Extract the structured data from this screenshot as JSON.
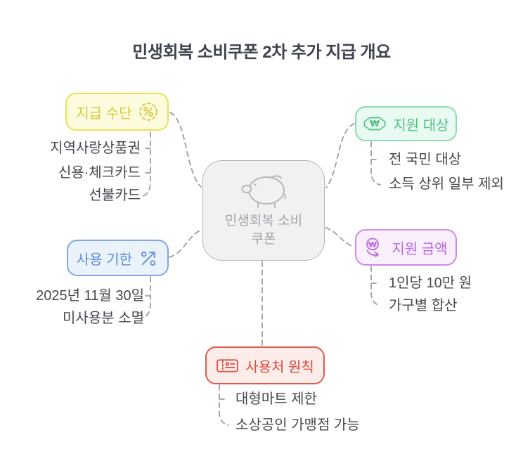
{
  "title": "민생회복 소비쿠폰 2차 추가 지급 개요",
  "center": {
    "icon": "piggy-bank-icon",
    "line1": "민생회복 소비",
    "line2": "쿠폰"
  },
  "branches": {
    "payment": {
      "label": "지급 수단",
      "icon": "percent-circle-icon",
      "accent_color": "#d5c93f",
      "border_color": "#e9e254",
      "bg_color": "#fdfbdd",
      "items": [
        "지역사랑상품권",
        "신용·체크카드",
        "선불카드"
      ]
    },
    "target": {
      "label": "지원 대상",
      "icon": "won-badge-icon",
      "accent_color": "#50c184",
      "border_color": "#8fdcae",
      "bg_color": "#e8faf1",
      "items": [
        "전 국민 대상",
        "소득 상위 일부 제외"
      ]
    },
    "period": {
      "label": "사용 기한",
      "icon": "percent-trend-icon",
      "accent_color": "#5d8dd6",
      "border_color": "#7ea9e0",
      "bg_color": "#eaf2fc",
      "items": [
        "2025년 11월 30일",
        "미사용분 소멸"
      ]
    },
    "amount": {
      "label": "지원 금액",
      "icon": "won-circle-arrow-icon",
      "accent_color": "#ba6ae2",
      "border_color": "#cf89e9",
      "bg_color": "#f9effd",
      "items": [
        "1인당 10만 원",
        "가구별 합산"
      ]
    },
    "usage": {
      "label": "사용처 원칙",
      "icon": "coupon-icon",
      "accent_color": "#e24a3d",
      "border_color": "#e25a4d",
      "bg_color": "#fdedea",
      "items": [
        "대형마트 제한",
        "소상공인 가맹점 가능"
      ]
    }
  },
  "connector_color": "#9b9fa4"
}
